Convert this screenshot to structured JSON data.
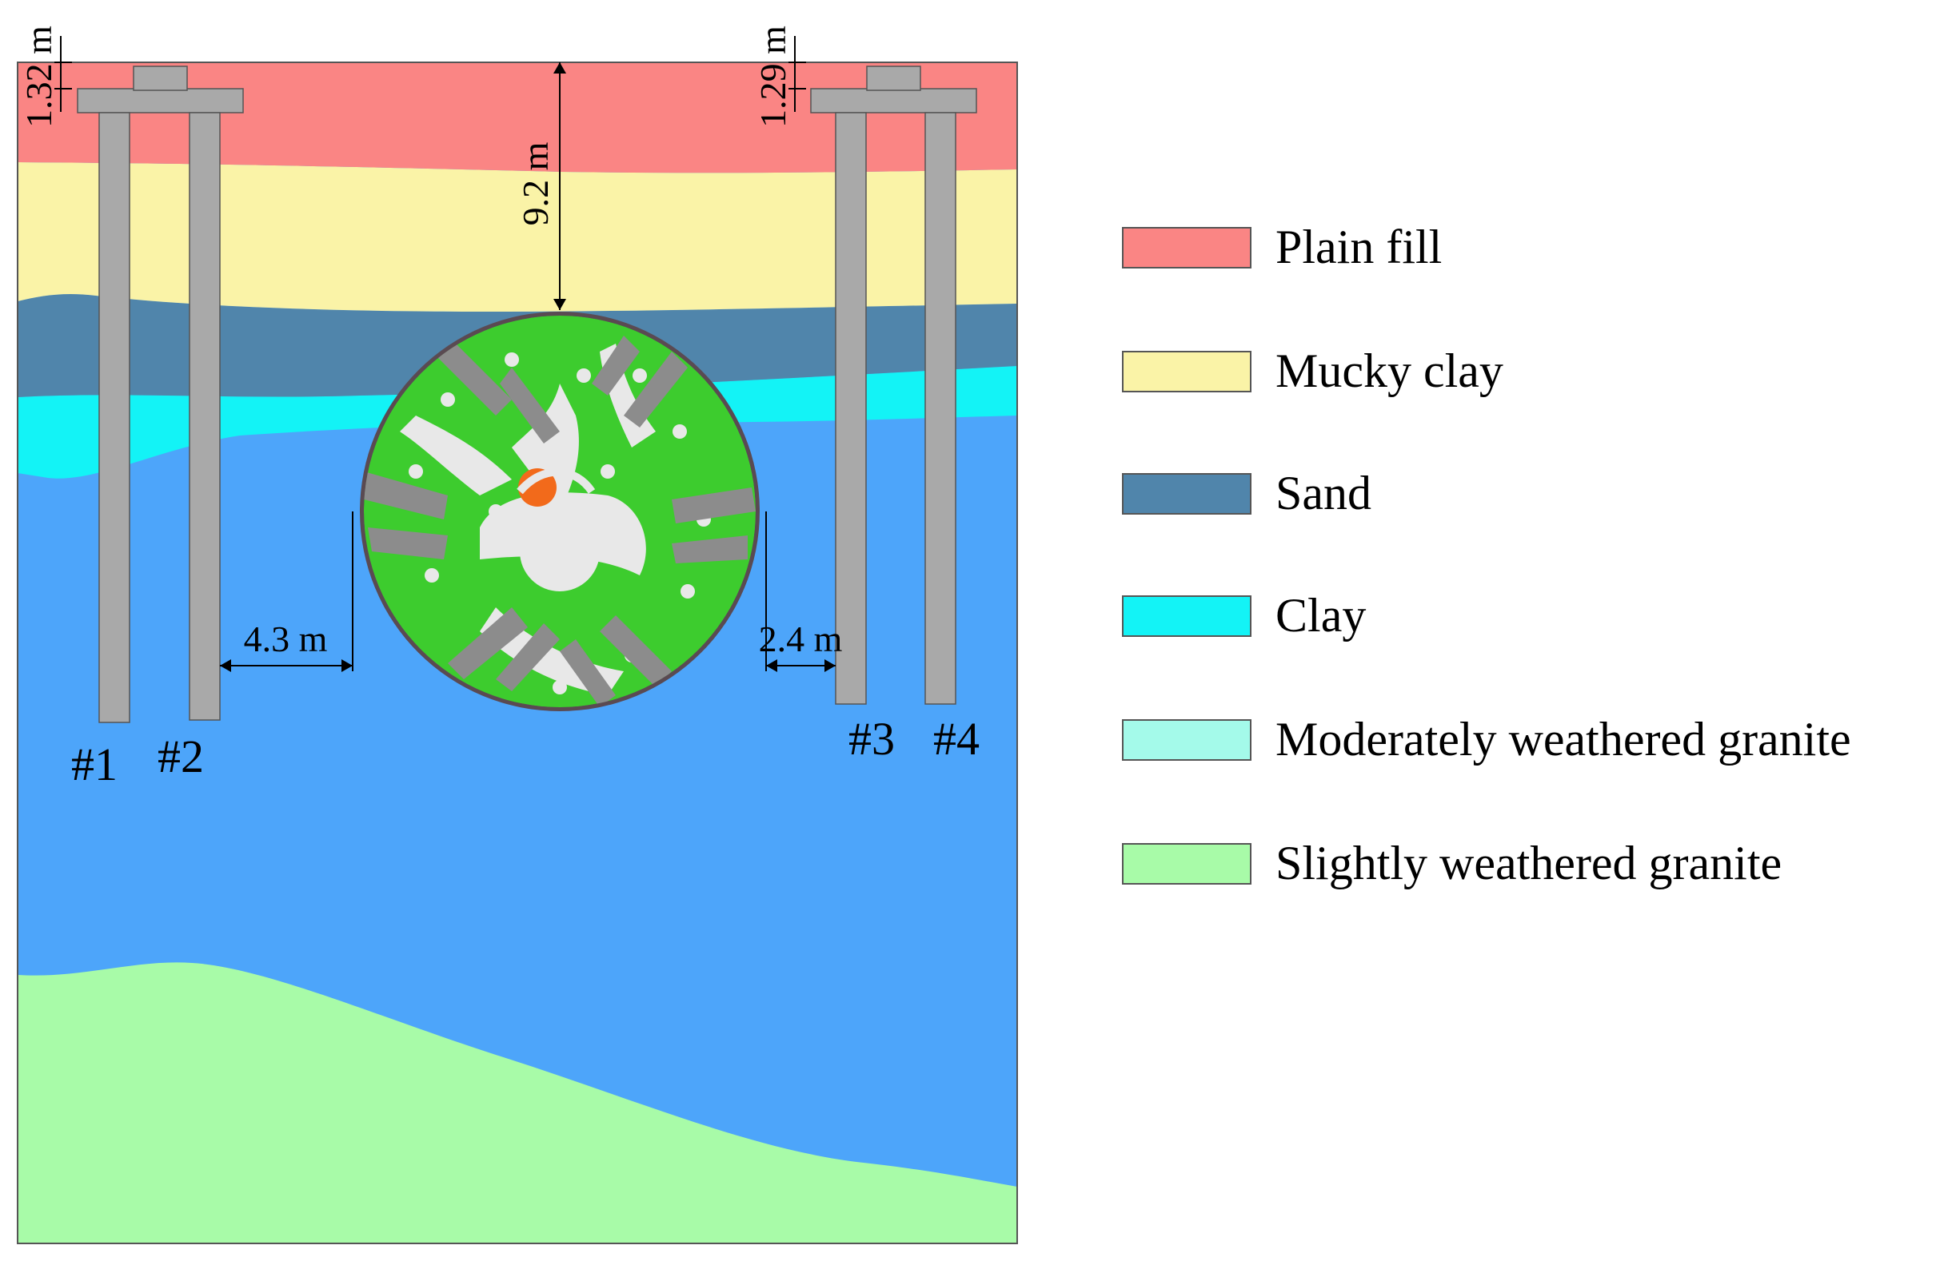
{
  "legend": {
    "items": [
      {
        "label": "Plain fill",
        "color": "#fa8584"
      },
      {
        "label": "Mucky clay",
        "color": "#faf3a7"
      },
      {
        "label": "Sand",
        "color": "#5085ab"
      },
      {
        "label": "Clay",
        "color": "#13f3f6"
      },
      {
        "label": "Moderately weathered granite",
        "color": "#a4faea"
      },
      {
        "label": "Slightly weathered granite",
        "color": "#a8fba8"
      }
    ]
  },
  "layers": {
    "background_color": "#4da5fa",
    "tunnel_green": "#3dcc2e",
    "tunnel_gray": "#8c8c8c",
    "tunnel_face_color": "#e8e8e8",
    "highlight_color": "#f26a1b"
  },
  "piles": {
    "labels": [
      "#1",
      "#2",
      "#3",
      "#4"
    ],
    "color": "#a9a9a9"
  },
  "dimensions": {
    "cap_left": "1.32 m",
    "cap_right": "1.29 m",
    "cover_depth": "9.2 m",
    "gap_left": "4.3 m",
    "gap_right": "2.4 m"
  }
}
